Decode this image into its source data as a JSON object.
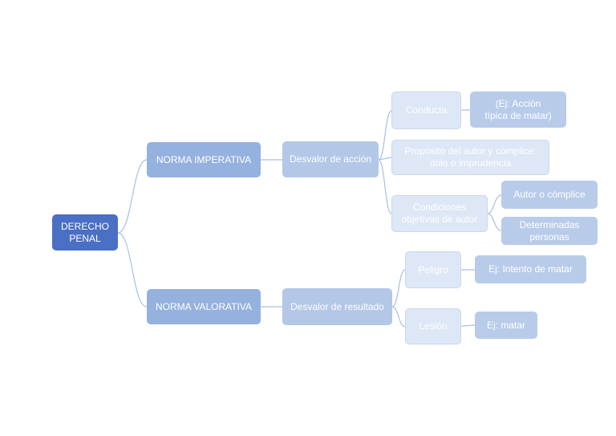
{
  "diagram": {
    "root": "DERECHO PENAL",
    "norma_imperativa": {
      "label": "NORMA IMPERATIVA",
      "desvalor": "Desvalor de acción",
      "conducta": "Conducta",
      "conducta_ejemplo": "(Ej: Acción típica de matar)",
      "proposito": "Propósito del autor y cómplice: dolo o imprudencia",
      "condiciones": "Condiciones objetivas de autor",
      "autor": "Autor o cómplice",
      "personas": "Determinadas personas"
    },
    "norma_valorativa": {
      "label": "NORMA VALORATIVA",
      "desvalor": "Desvalor de resultado",
      "peligro": "Peligro",
      "peligro_ejemplo": "Ej: Intento de matar",
      "lesion": "Lesión",
      "lesion_ejemplo": "Ej: matar"
    }
  },
  "colors": {
    "root": "#4a6fc4",
    "level1": "#95b1de",
    "level2": "#b3c7e7",
    "level3": "#dde7f6",
    "level4": "#b8cbe9",
    "connector": "#a9bfe3"
  }
}
